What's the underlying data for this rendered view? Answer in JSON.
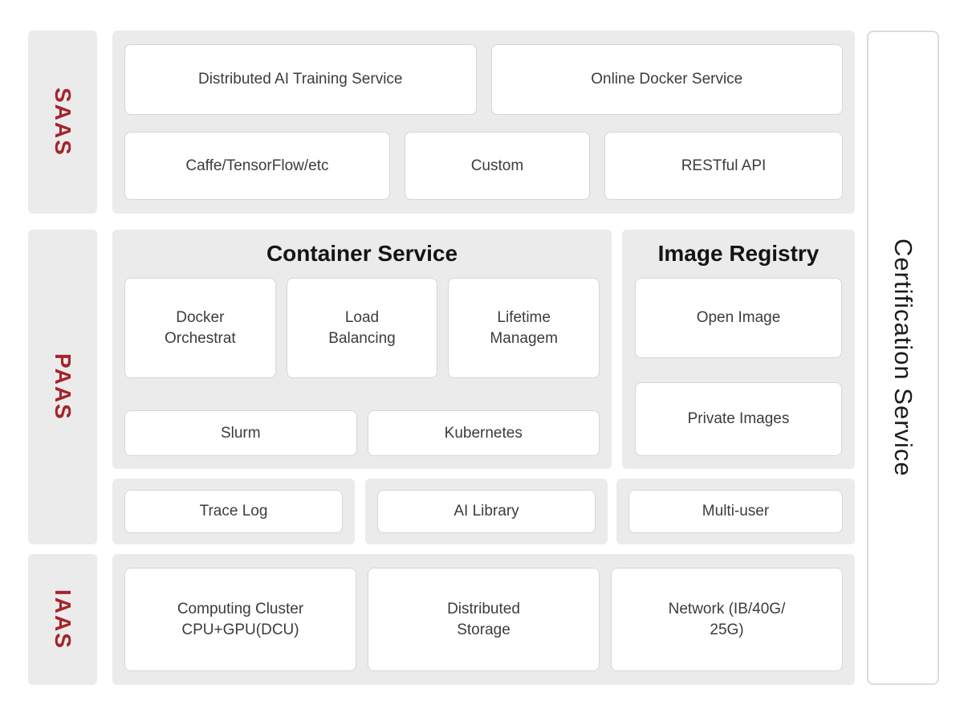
{
  "colors": {
    "label_red": "#a5242a",
    "panel_bg": "#ebebeb",
    "box_border": "#d6d6d6",
    "text": "#3c3c3c"
  },
  "layers": {
    "saas": {
      "label": "SAAS",
      "row1": [
        "Distributed AI Training Service",
        "Online Docker Service"
      ],
      "row2": [
        "Caffe/TensorFlow/etc",
        "Custom",
        "RESTful API"
      ]
    },
    "paas": {
      "label": "PAAS",
      "container_service": {
        "title": "Container Service",
        "top_boxes": [
          "Docker\nOrchestrat",
          "Load\nBalancing",
          "Lifetime\nManagem"
        ],
        "bottom_boxes": [
          "Slurm",
          "Kubernetes"
        ]
      },
      "image_registry": {
        "title": "Image Registry",
        "boxes": [
          "Open Image",
          "Private Images"
        ]
      },
      "middle_boxes": [
        "Trace Log",
        "AI Library",
        "Multi-user"
      ]
    },
    "iaas": {
      "label": "IAAS",
      "boxes": [
        "Computing Cluster\nCPU+GPU(DCU)",
        "Distributed\nStorage",
        "Network (IB/40G/\n25G)"
      ]
    },
    "certification": {
      "label": "Certification Service"
    }
  }
}
